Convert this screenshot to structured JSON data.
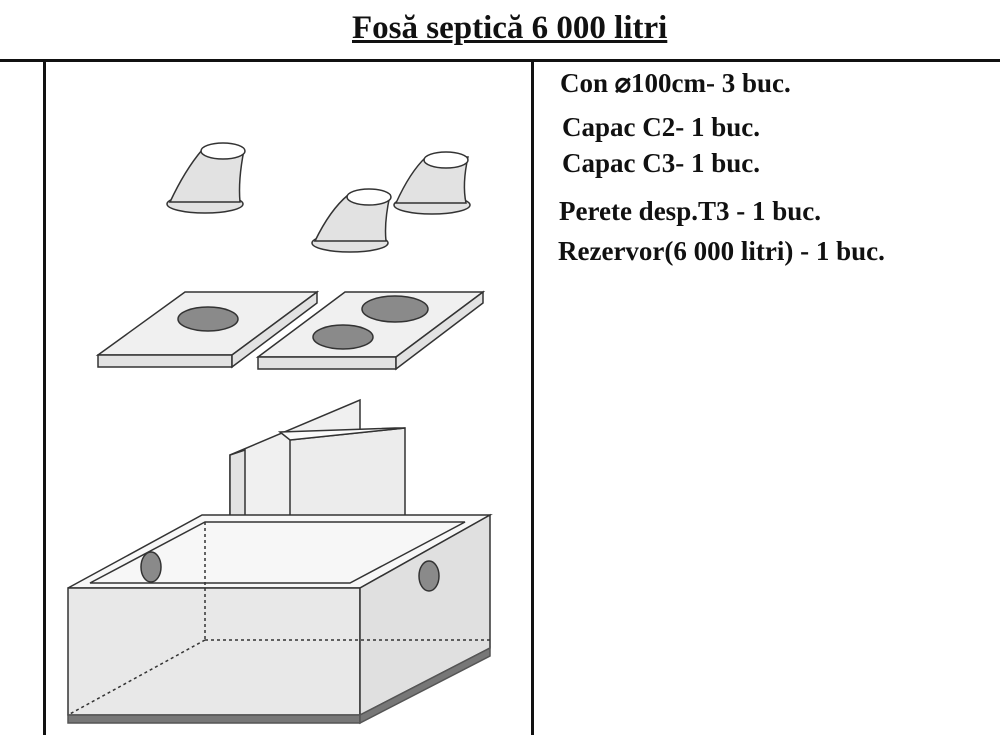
{
  "title": "Fosă septică 6 000 litri",
  "components": [
    {
      "label": "Con  ⌀100cm- 3 buc."
    },
    {
      "label": "Capac C2- 1 buc."
    },
    {
      "label": "Capac C3- 1 buc."
    },
    {
      "label": "Perete desp.T3 - 1 buc."
    },
    {
      "label": "Rezervor(6 000 litri) - 1 buc."
    }
  ],
  "colors": {
    "line": "#111111",
    "fill": "#e6e6e6",
    "hole": "#8a8a8a"
  }
}
